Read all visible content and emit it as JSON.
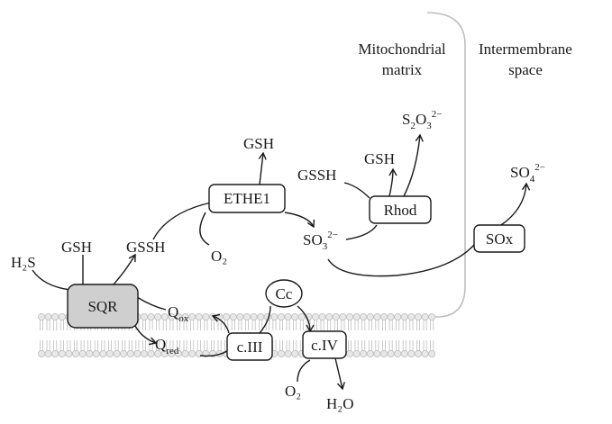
{
  "headers": {
    "matrix_line1": "Mitochondrial",
    "matrix_line2": "matrix",
    "ims_line1": "Intermembrane",
    "ims_line2": "space"
  },
  "boxes": {
    "sqr": "SQR",
    "ethe1": "ETHE1",
    "rhod": "Rhod",
    "sox": "SOx",
    "c3": "c.III",
    "c4": "c.IV",
    "cc": "Cc"
  },
  "labels": {
    "h2s": "H₂S",
    "gsh_sqr": "GSH",
    "gssh_sqr": "GSSH",
    "gsh_ethe1": "GSH",
    "o2_ethe1": "O₂",
    "gssh_rhod": "GSSH",
    "gsh_rhod": "GSH",
    "o2_c4": "O₂",
    "h2o": "H₂O",
    "q_ox_main": "Q",
    "q_ox_sub": "ox",
    "q_red_main": "Q",
    "q_red_sub": "red",
    "so3_main": "SO",
    "so3_sub": "3",
    "so3_sup": "2−",
    "s2o3_s": "S",
    "s2o3_sub1": "2",
    "s2o3_o": "O",
    "s2o3_sub2": "3",
    "s2o3_sup": "2−",
    "so4_main": "SO",
    "so4_sub": "4",
    "so4_sup": "2−"
  },
  "colors": {
    "sqr_fill": "#cfcfcf",
    "membrane_outline": "#bdbdbd",
    "lipid_head": "#e8e8e8"
  }
}
